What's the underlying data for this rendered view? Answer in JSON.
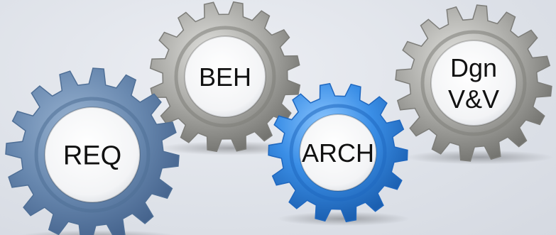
{
  "gears": [
    {
      "id": "req",
      "lines": [
        "REQ"
      ],
      "color": "#6a8ab0",
      "style": "steel-blue"
    },
    {
      "id": "beh",
      "lines": [
        "BEH"
      ],
      "color": "#a9a9a6",
      "style": "silver"
    },
    {
      "id": "arch",
      "lines": [
        "ARCH"
      ],
      "color": "#3d8fe0",
      "style": "bright-blue"
    },
    {
      "id": "dgn",
      "lines": [
        "Dgn",
        "V&V"
      ],
      "color": "#a9a9a6",
      "style": "silver"
    }
  ]
}
